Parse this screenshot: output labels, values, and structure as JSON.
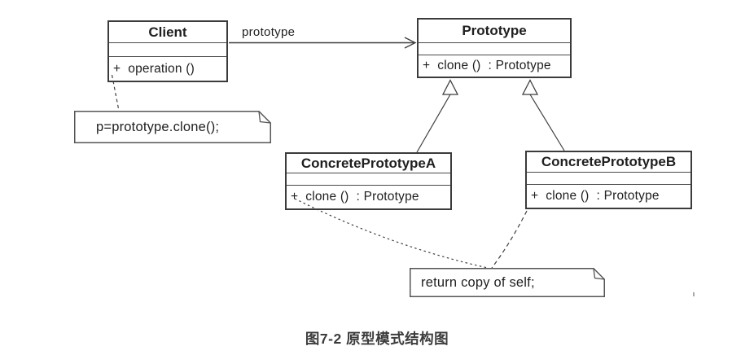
{
  "diagram": {
    "classes": [
      {
        "title": "Client",
        "attributes": "",
        "methods": "+  operation ()"
      },
      {
        "title": "Prototype",
        "attributes": "",
        "methods": "+  clone ()  : Prototype"
      },
      {
        "title": "ConcretePrototypeA",
        "attributes": "",
        "methods": "+  clone ()  : Prototype"
      },
      {
        "title": "ConcretePrototypeB",
        "attributes": "",
        "methods": "+  clone ()  : Prototype"
      }
    ],
    "association_label": "prototype",
    "notes": [
      {
        "text": "p=prototype.clone();"
      },
      {
        "text": "return copy of self;"
      }
    ],
    "caption": "图7-2 原型模式结构图",
    "colors": {
      "box_border": "#3b3b3b",
      "connector": "#3f3f3f",
      "note_border": "#555555",
      "text": "#1f1f1f",
      "caption_text": "#3c3c3c",
      "background": "#ffffff"
    }
  }
}
